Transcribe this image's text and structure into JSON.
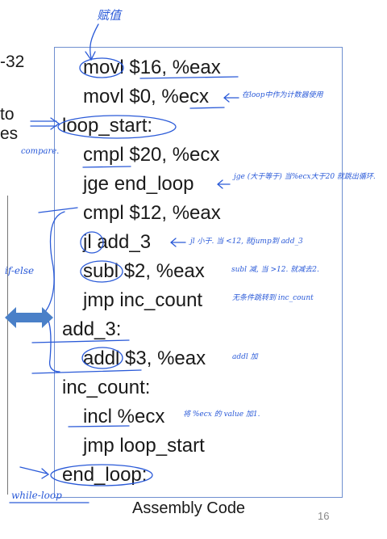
{
  "edge": {
    "top_fragment": "-32",
    "mid_fragment_1": "to",
    "mid_fragment_2": "es"
  },
  "code": {
    "lines": [
      "movl $16, %eax",
      "movl $0, %ecx",
      "loop_start:",
      "cmpl $20, %ecx",
      "jge end_loop",
      "cmpl $12, %eax",
      "jl add_3",
      "subl $2, %eax",
      "jmp inc_count",
      "add_3:",
      "addl $3, %eax",
      "inc_count:",
      "incl %ecx",
      "jmp loop_start",
      "end_loop:"
    ]
  },
  "caption": "Assembly Code",
  "page_number": "16",
  "annotations": {
    "assign": "赋值",
    "counter": "在loop中作为计数器使用",
    "compare": "compare.",
    "jge": "jge (大于等于) 当%ecx大于20 就跳出循环.",
    "jl": "jl 小于. 当 <12, 就jump到 add_3",
    "subl": "subl 减, 当 >12. 就减去2.",
    "jmp": "无条件跳转到 inc_count",
    "addl": "addl 加",
    "incl": "将 %ecx 的 value 加1.",
    "if_else": "if-else",
    "while_loop": "while-loop"
  },
  "colors": {
    "ink": "#2a5ad8",
    "arrow": "#4a80c8",
    "box_border": "#6f8fd0"
  },
  "icons": {
    "arrow": "double-arrow-icon"
  }
}
